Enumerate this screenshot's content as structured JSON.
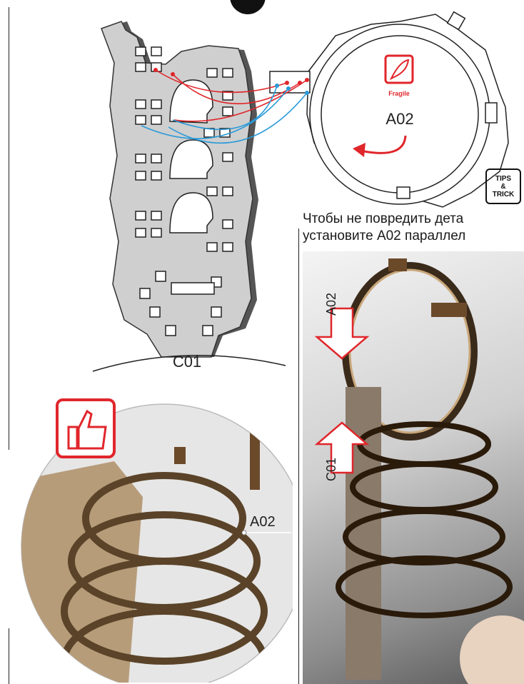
{
  "header": {
    "badge_label": ""
  },
  "sheet_parts": {
    "c01_label": "C01",
    "a02_label": "A02",
    "fragile_label": "Fragile"
  },
  "tips": {
    "line1": "TIPS",
    "line2": "&",
    "line3": "TRICK"
  },
  "instruction": {
    "line1": "Чтобы не повредить дета",
    "line2": "установите A02 параллел"
  },
  "photo_right": {
    "arrow_a02": "A02",
    "arrow_c01": "C01"
  },
  "photo_left": {
    "callout_label": "A02"
  },
  "colors": {
    "accent_red": "#e0262b",
    "connector_blue": "#2a9ad8",
    "part_gray": "#c9c9c9",
    "line_dark": "#222222"
  }
}
